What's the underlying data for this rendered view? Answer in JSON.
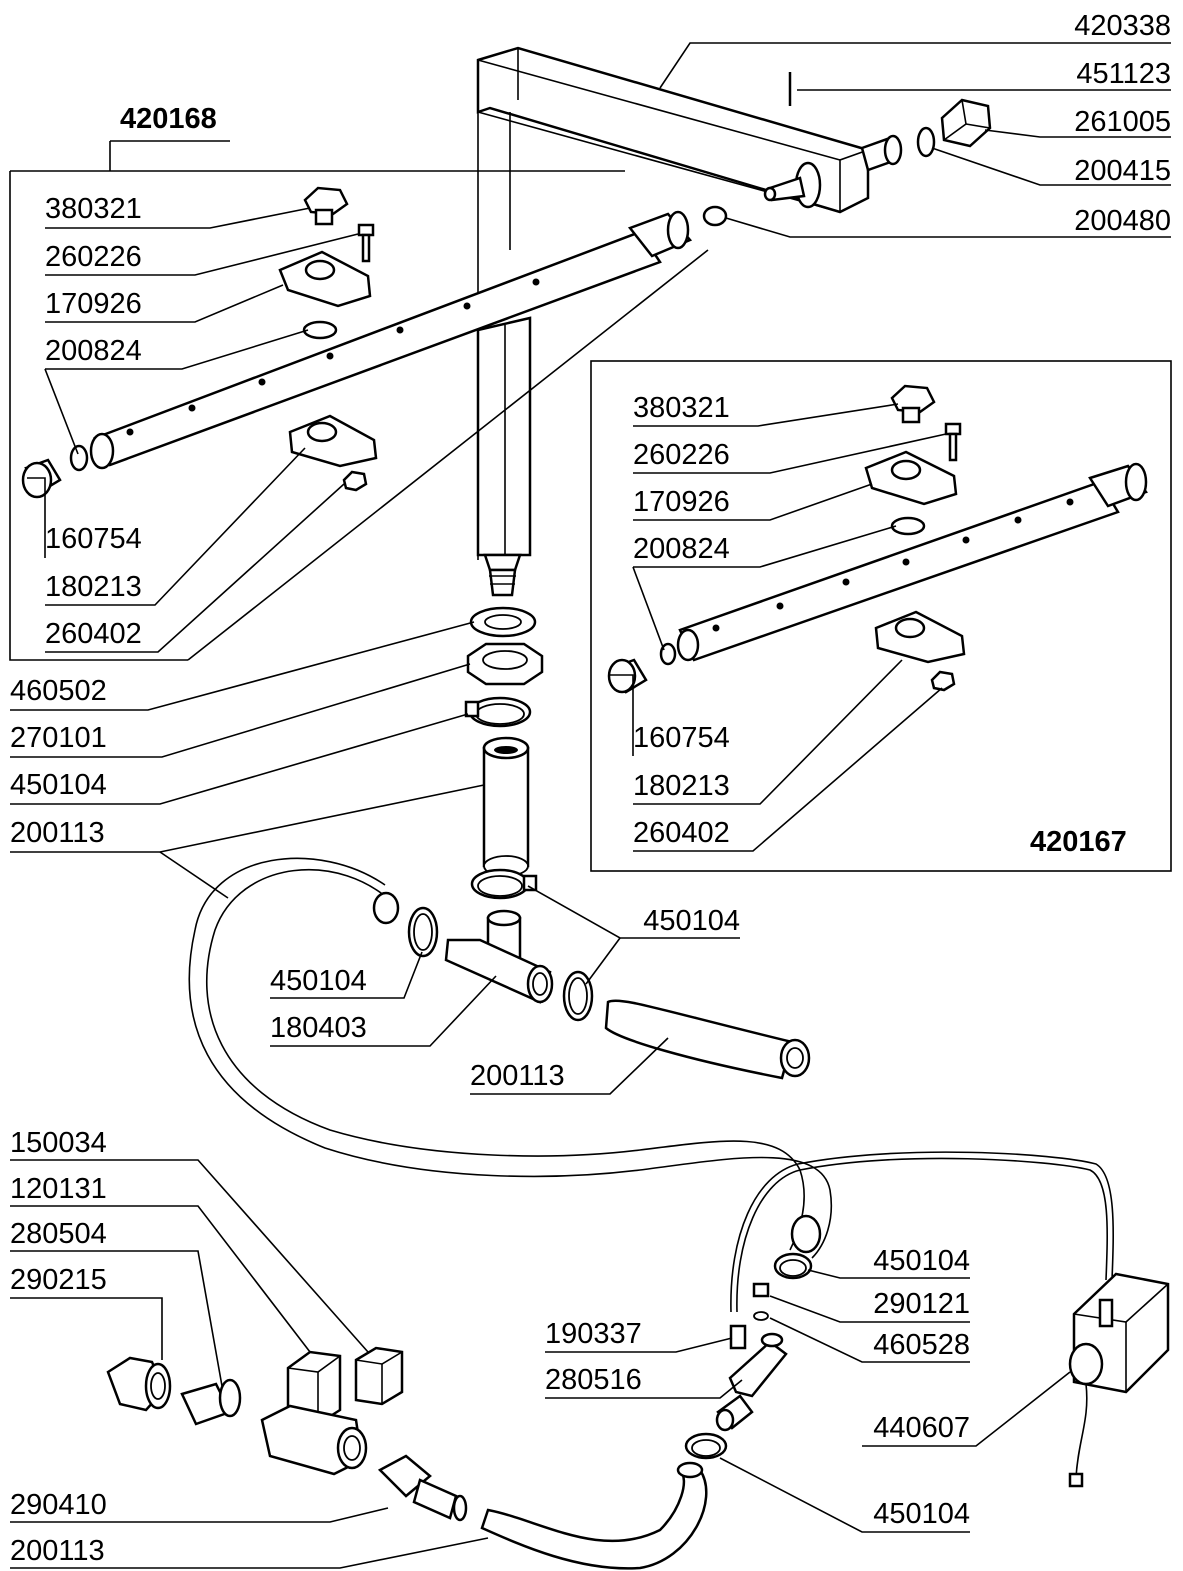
{
  "assemblies": [
    {
      "id": "assembly-420168",
      "title": "420168"
    },
    {
      "id": "assembly-420167",
      "title": "420167"
    }
  ],
  "labels": {
    "top_right": [
      "420338",
      "451123",
      "261005",
      "200415",
      "200480"
    ],
    "left_group": [
      "380321",
      "260226",
      "170926",
      "200824",
      "160754",
      "180213",
      "260402"
    ],
    "left_lower": [
      "460502",
      "270101",
      "450104",
      "200113"
    ],
    "right_group": [
      "380321",
      "260226",
      "170926",
      "200824",
      "160754",
      "180213",
      "260402"
    ],
    "middle": [
      "450104",
      "450104",
      "180403",
      "200113"
    ],
    "bottom_left": [
      "150034",
      "120131",
      "280504",
      "290215",
      "290410",
      "200113"
    ],
    "bottom_right": [
      "450104",
      "290121",
      "460528",
      "190337",
      "280516",
      "440607",
      "450104"
    ]
  }
}
